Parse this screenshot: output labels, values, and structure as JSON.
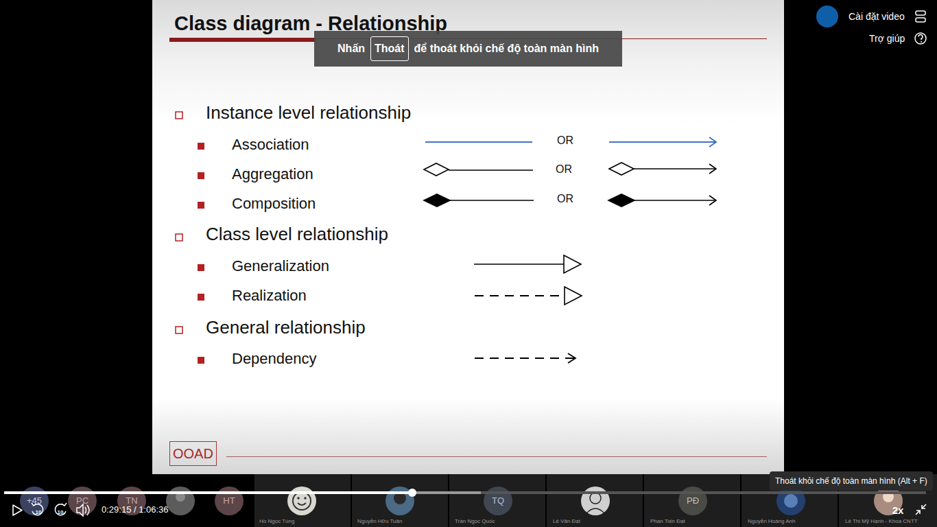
{
  "diagram": {
    "title": "Class diagram - Relationship",
    "nodes": [
      {
        "text": [
          "Nhấn",
          "để thoát khỏi chế độ toàn màn hình"
        ]
      },
      {
        "text": [
          "Thoát"
        ],
        "in": 0
      },
      {
        "text": [
          "OOAD"
        ]
      },
      {
        "text": [
          "Thoát khỏi chế độ toàn màn hình (Alt + F)"
        ]
      },
      {
        "text": [
          "+45"
        ]
      },
      {
        "text": [
          "PC"
        ]
      },
      {
        "text": [
          "TN"
        ]
      },
      {
        "text": [
          "HT"
        ]
      },
      {
        "text": [
          "TQ"
        ]
      },
      {
        "text": [
          "PĐ"
        ]
      }
    ],
    "edges": [],
    "labels": [
      "Cài đặt video",
      "Trợ giúp",
      "Instance level relationship",
      "Association",
      "OR",
      "Aggregation",
      "OR",
      "Composition",
      "OR",
      "Class level relationship",
      "Generalization",
      "Realization",
      "General relationship",
      "Dependency",
      "10",
      "10",
      "0:29:15 / 1:06:36",
      "2x",
      "Hồ Ngọc Tùng",
      "Nguyễn Hữu Tuân",
      "Trần Ngọc Quốc",
      "Lê Văn Đạt",
      "Phan Tiến Đạt",
      "Nguyễn Hoàng Anh",
      "Lê Thị Mỹ Hạnh - Khoa CNTT"
    ]
  }
}
